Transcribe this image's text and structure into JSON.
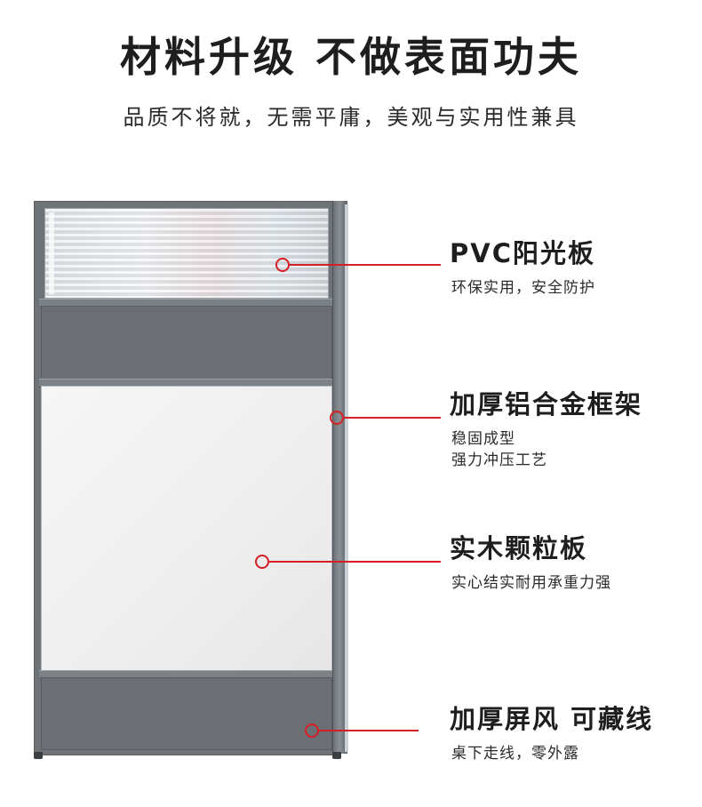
{
  "header": {
    "title": "材料升级 不做表面功夫",
    "subtitle": "品质不将就，无需平庸，美观与实用性兼具"
  },
  "features": [
    {
      "label": "PVC阳光板",
      "desc_lines": [
        "环保实用，安全防护"
      ]
    },
    {
      "label": "加厚铝合金框架",
      "desc_lines": [
        "稳固成型",
        "强力冲压工艺"
      ]
    },
    {
      "label": "实木颗粒板",
      "desc_lines": [
        "实心结实耐用承重力强"
      ]
    },
    {
      "label": "加厚屏风 可藏线",
      "desc_lines": [
        "桌下走线，零外露"
      ]
    }
  ],
  "colors": {
    "accent": "#d51f26",
    "frame": "#6e7378",
    "board": "#f2f2f2"
  }
}
